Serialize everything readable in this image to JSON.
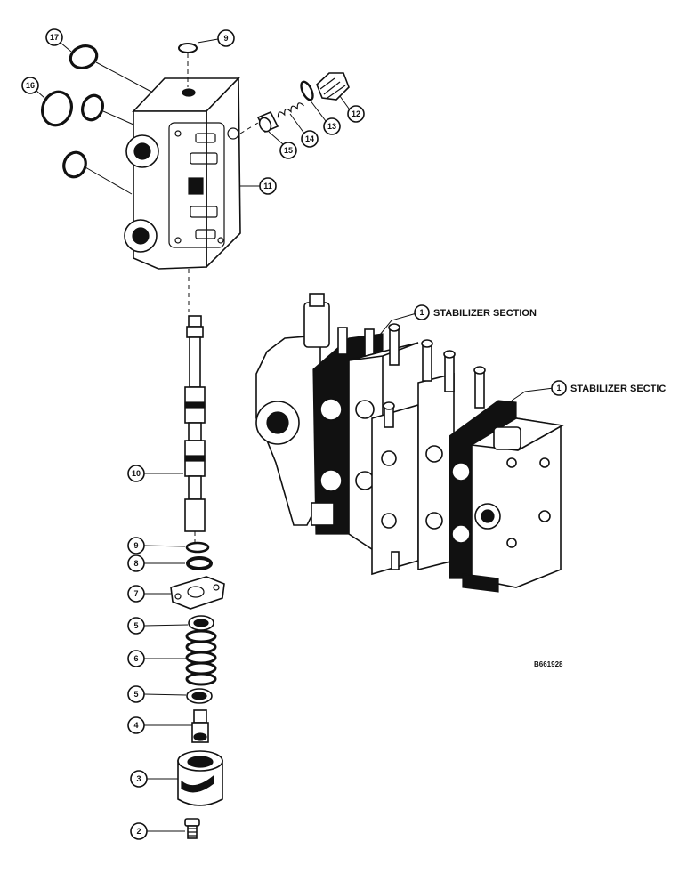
{
  "figure": {
    "id": "B661928",
    "section_labels": [
      {
        "number": "1",
        "text": "STABILIZER SECTION"
      },
      {
        "number": "1",
        "text": "STABILIZER SECTIC"
      }
    ],
    "callouts": [
      "17",
      "9",
      "16",
      "12",
      "13",
      "14",
      "15",
      "11",
      "10",
      "9",
      "8",
      "7",
      "5",
      "6",
      "5",
      "4",
      "3",
      "2"
    ]
  }
}
